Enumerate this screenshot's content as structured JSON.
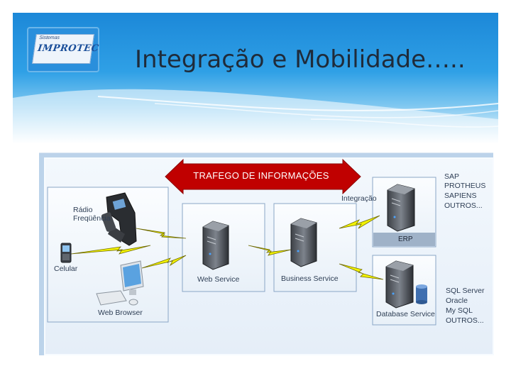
{
  "slide": {
    "title": "Integração e Mobilidade….."
  },
  "logo": {
    "name": "IMPROTEC",
    "tagline": "Sistemas"
  },
  "diagram": {
    "banner": "TRAFEGO DE INFORMAÇÕES",
    "integration_label": "Integração",
    "clients": {
      "rfid_label_line1": "Rádio",
      "rfid_label_line2": "Freqüência",
      "mobile_label": "Celular",
      "browser_label": "Web Browser"
    },
    "servers": {
      "web_service": "Web Service",
      "business_service": "Business Service",
      "erp": "ERP",
      "database_service": "Database Service"
    },
    "erp_systems": [
      "SAP",
      "PROTHEUS",
      "SAPIENS",
      "OUTROS..."
    ],
    "db_systems": [
      "SQL Server",
      "Oracle",
      "My SQL",
      "OUTROS..."
    ]
  },
  "colors": {
    "header_blue": "#1c88d8",
    "banner_red": "#c00000",
    "lightning_yellow": "#f2f200",
    "box_fill": "#f5f9fd",
    "box_border": "#8aa6c6"
  }
}
